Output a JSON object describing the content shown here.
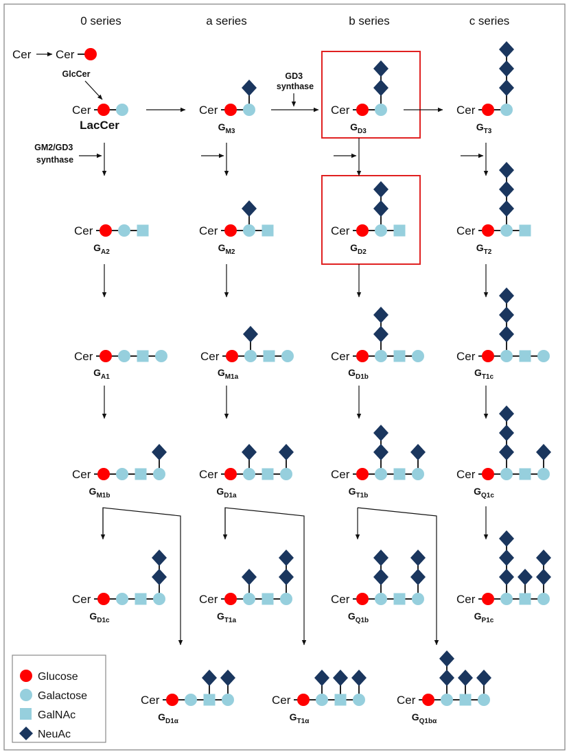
{
  "series_headers": [
    "0 series",
    "a series",
    "b series",
    "c series"
  ],
  "top": {
    "cer": "Cer",
    "glccer_label": "GlcCer"
  },
  "enzymes": {
    "gd3": [
      "GD3",
      "synthase"
    ],
    "gm2gd3": [
      "GM2/GD3",
      "synthase"
    ]
  },
  "cer_label": "Cer",
  "ganglioside_prefix": "G",
  "legend": [
    {
      "label": "Glucose",
      "shape": "circle",
      "color": "#ff0000"
    },
    {
      "label": "Galactose",
      "shape": "circle",
      "color": "#96cfdd"
    },
    {
      "label": "GalNAc",
      "shape": "square",
      "color": "#96cfdd"
    },
    {
      "label": "NeuAc",
      "shape": "diamond",
      "color": "#1a365e"
    }
  ],
  "colors": {
    "glucose": "#ff0000",
    "galactose": "#96cfdd",
    "galnac": "#96cfdd",
    "neuac": "#1a365e",
    "highlight": "#e02020",
    "frame": "#888888"
  },
  "glycans": [
    {
      "id": "LacCer",
      "label": "LacCer",
      "sub": "",
      "bold_label": true
    },
    {
      "id": "GM3",
      "label": "G",
      "sub": "M3"
    },
    {
      "id": "GD3",
      "label": "G",
      "sub": "D3",
      "highlight": true
    },
    {
      "id": "GT3",
      "label": "G",
      "sub": "T3"
    },
    {
      "id": "GA2",
      "label": "G",
      "sub": "A2"
    },
    {
      "id": "GM2",
      "label": "G",
      "sub": "M2"
    },
    {
      "id": "GD2",
      "label": "G",
      "sub": "D2",
      "highlight": true
    },
    {
      "id": "GT2",
      "label": "G",
      "sub": "T2"
    },
    {
      "id": "GA1",
      "label": "G",
      "sub": "A1"
    },
    {
      "id": "GM1a",
      "label": "G",
      "sub": "M1a"
    },
    {
      "id": "GD1b",
      "label": "G",
      "sub": "D1b"
    },
    {
      "id": "GT1c",
      "label": "G",
      "sub": "T1c"
    },
    {
      "id": "GM1b",
      "label": "G",
      "sub": "M1b"
    },
    {
      "id": "GD1a",
      "label": "G",
      "sub": "D1a"
    },
    {
      "id": "GT1b",
      "label": "G",
      "sub": "T1b"
    },
    {
      "id": "GQ1c",
      "label": "G",
      "sub": "Q1c"
    },
    {
      "id": "GD1c",
      "label": "G",
      "sub": "D1c"
    },
    {
      "id": "GT1a",
      "label": "G",
      "sub": "T1a"
    },
    {
      "id": "GQ1b",
      "label": "G",
      "sub": "Q1b"
    },
    {
      "id": "GP1c",
      "label": "G",
      "sub": "P1c"
    },
    {
      "id": "GD1alpha",
      "label": "G",
      "sub": "D1α"
    },
    {
      "id": "GT1alpha",
      "label": "G",
      "sub": "T1α"
    },
    {
      "id": "GQ1balpha",
      "label": "G",
      "sub": "Q1bα"
    }
  ]
}
